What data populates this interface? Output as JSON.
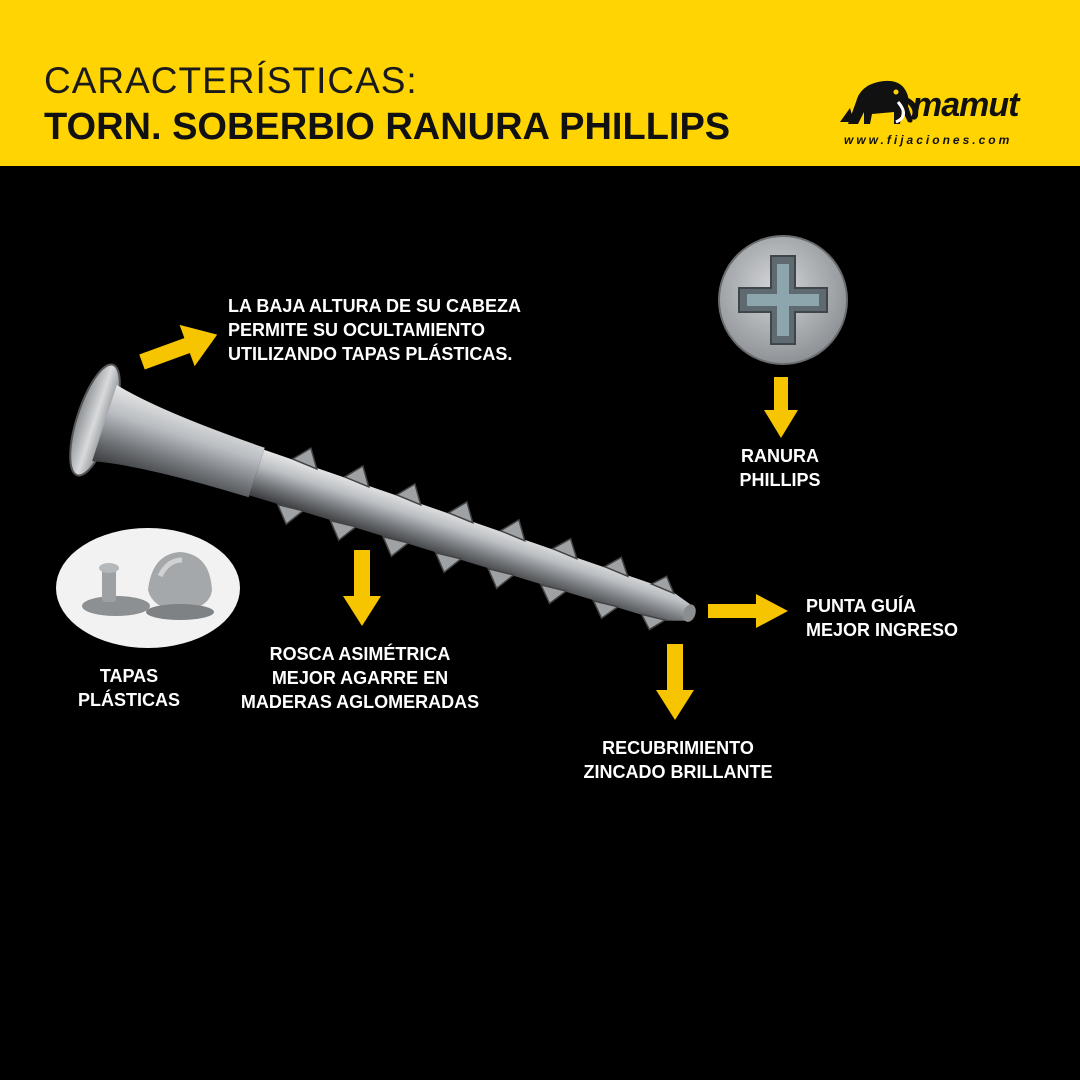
{
  "header": {
    "title_line1": "CARACTERÍSTICAS:",
    "title_line2": "TORN. SOBERBIO RANURA PHILLIPS"
  },
  "brand": {
    "name": "mamut",
    "url": "www.fijaciones.com",
    "logo_icon": "mammoth-icon"
  },
  "callouts": {
    "head_height": "LA BAJA ALTURA DE SU CABEZA\nPERMITE SU OCULTAMIENTO\nUTILIZANDO TAPAS PLÁSTICAS.",
    "phillips_slot": "RANURA\nPHILLIPS",
    "thread": "ROSCA ASIMÉTRICA\nMEJOR AGARRE EN\nMADERAS AGLOMERADAS",
    "tip": "PUNTA GUÍA\nMEJOR INGRESO",
    "coating": "RECUBRIMIENTO\nZINCADO BRILLANTE",
    "caps": "TAPAS\nPLÁSTICAS"
  },
  "colors": {
    "header_bg": "#ffd400",
    "arrow": "#f7c400",
    "background": "#000000",
    "label_text": "#ffffff"
  },
  "icons": {
    "arrow": "arrow-icon",
    "screw": "screw-image",
    "screw_head": "phillips-head-image",
    "caps": "plastic-caps-image"
  }
}
